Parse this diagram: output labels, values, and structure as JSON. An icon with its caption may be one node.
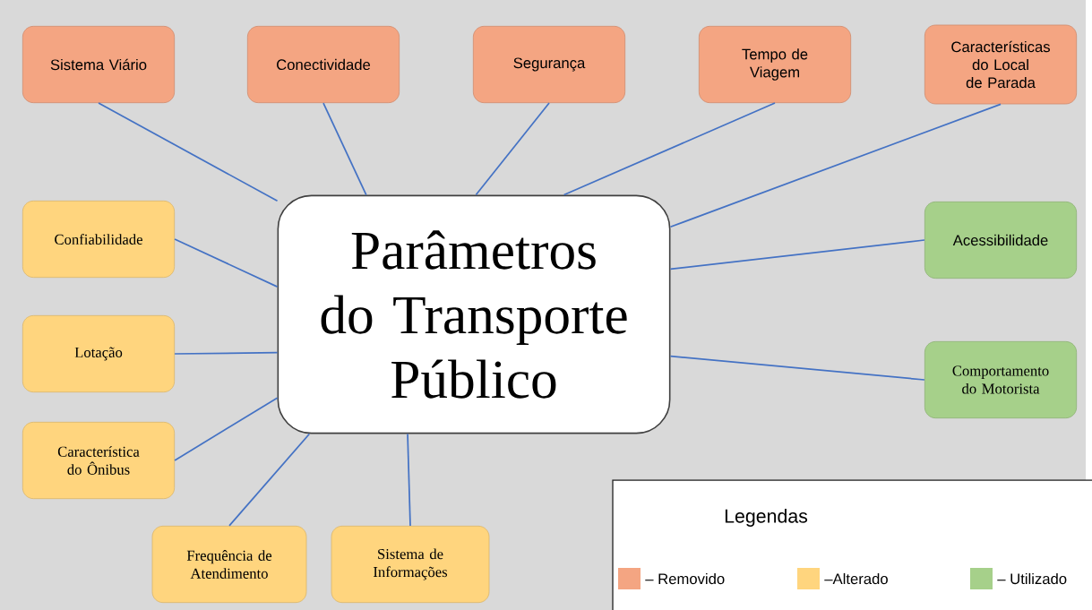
{
  "diagram": {
    "nodes": [
      {
        "text": [
          "Sistema Viário"
        ]
      },
      {
        "text": [
          "Conectividade"
        ]
      },
      {
        "text": [
          "Segurança"
        ]
      },
      {
        "text": [
          "Tempo de Viagem"
        ]
      },
      {
        "text": [
          "Características do Local de Parada"
        ]
      },
      {
        "text": [
          "Confiabilidade"
        ]
      },
      {
        "text": [
          "Parâmetros do Transporte Público"
        ]
      },
      {
        "text": [
          "Acessibilidade"
        ]
      },
      {
        "text": [
          "Lotação"
        ]
      },
      {
        "text": [
          "Comportamento do Motorista"
        ]
      },
      {
        "text": [
          "Característica do Ônibus"
        ]
      },
      {
        "text": [
          "Frequência de Atendimento"
        ]
      },
      {
        "text": [
          "Sistema de Informações"
        ]
      }
    ],
    "edges": [
      {
        "from": 0,
        "to": 6,
        "arrow": "none"
      },
      {
        "from": 1,
        "to": 6,
        "arrow": "none"
      },
      {
        "from": 2,
        "to": 6,
        "arrow": "none"
      },
      {
        "from": 3,
        "to": 6,
        "arrow": "none"
      },
      {
        "from": 4,
        "to": 6,
        "arrow": "none"
      },
      {
        "from": 5,
        "to": 6,
        "arrow": "none"
      },
      {
        "from": 7,
        "to": 6,
        "arrow": "none"
      },
      {
        "from": 8,
        "to": 6,
        "arrow": "none"
      },
      {
        "from": 9,
        "to": 6,
        "arrow": "none"
      },
      {
        "from": 10,
        "to": 6,
        "arrow": "none"
      },
      {
        "from": 11,
        "to": 6,
        "arrow": "none"
      },
      {
        "from": 12,
        "to": 6,
        "arrow": "none"
      }
    ],
    "labels": [
      "Legendas"
    ],
    "legend": [
      {
        "text": "– Removido",
        "color": "#f4a582"
      },
      {
        "text": "–Alterado",
        "color": "#ffd57e"
      },
      {
        "text": "– Utilizado",
        "color": "#a6d08a"
      }
    ]
  }
}
